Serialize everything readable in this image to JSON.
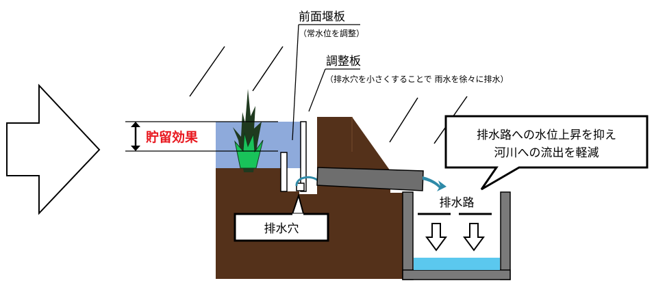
{
  "labels": {
    "front_weir": "前面堰板",
    "front_weir_note": "（常水位を調整）",
    "adjust_plate": "調整板",
    "adjust_plate_note": "（排水穴を小さくすることで 雨水を徐々に排水）",
    "storage_effect": "貯留効果",
    "drain_hole": "排水穴",
    "drain_channel": "排水路",
    "callout_line1": "排水路への水位上昇を抑え",
    "callout_line2": "河川への流出を軽減"
  },
  "colors": {
    "soil": "#54311a",
    "stored_water": "#8eaadb",
    "channel_water": "#5bc8ee",
    "channel_wall": "#7a7a7a",
    "pipe": "#6e6e6e",
    "flow_arrow": "#2e8aa8",
    "plant_dark": "#1f3a1f",
    "plant_green": "#19c35a",
    "storage_label": "#e8171e"
  },
  "icons": {
    "process_arrow": "right-outline-arrow-icon",
    "level_arrow": "double-headed-arrow-icon",
    "down_arrows": "down-outline-arrow-icon"
  }
}
